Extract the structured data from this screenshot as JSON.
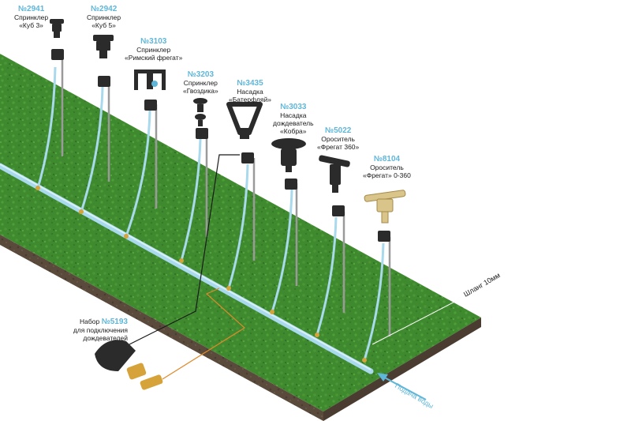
{
  "labels": [
    {
      "num": "№2941",
      "line1": "Спринклер",
      "line2": "«Куб 3»"
    },
    {
      "num": "№2942",
      "line1": "Спринклер",
      "line2": "«Куб 5»"
    },
    {
      "num": "№3103",
      "line1": "Спринклер",
      "line2": "«Римский фрегат»"
    },
    {
      "num": "№3203",
      "line1": "Спринклер",
      "line2": "«Гвоздика»"
    },
    {
      "num": "№3435",
      "line1": "Насадка",
      "line2": "«Батерфляй»"
    },
    {
      "num": "№3033",
      "line1": "Насадка",
      "line2": "дождеватель",
      "line3": "«Кобра»"
    },
    {
      "num": "№5022",
      "line1": "Ороситель",
      "line2": "«Фрегат 360»"
    },
    {
      "num": "№8104",
      "line1": "Ороситель",
      "line2": "«Фрегат» 0-360"
    }
  ],
  "kit": {
    "prefix": "Набор",
    "num": "№5193",
    "line2": "для подключения",
    "line3": "дождевателей"
  },
  "hose_label": "Шланг 10мм",
  "water_label": "Подача воды",
  "colors": {
    "grass": "#3f8a2f",
    "grass_dark": "#2f6b22",
    "soil": "#5a4a3c",
    "hose": "#a9d9ec",
    "accent": "#5fb6d8",
    "device": "#2b2b2b",
    "connector": "#d6a33a"
  }
}
